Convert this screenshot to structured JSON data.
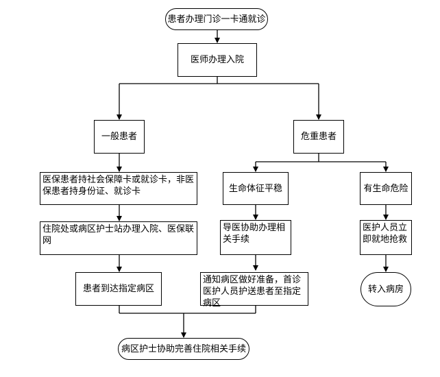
{
  "nodes": {
    "start": "患者办理门诊一卡通就诊",
    "admit": "医师办理入院",
    "general": "一般患者",
    "critical": "危重患者",
    "cards": "医保患者持社会保障卡或就诊卡，非医保患者持身份证、就诊卡",
    "station": "住院处或病区护士站办理入院、医保联网",
    "arrive": "患者到达指定病区",
    "stable": "生命体征平稳",
    "danger": "有生命危险",
    "guide": "导医协助办理相关手续",
    "notify": "通知病区做好准备，首诊医护人员护送患者至指定病区",
    "rescue": "医护人员立即就地抢救",
    "transfer": "转入病房",
    "finish": "病区护士协助完善住院相关手续"
  }
}
